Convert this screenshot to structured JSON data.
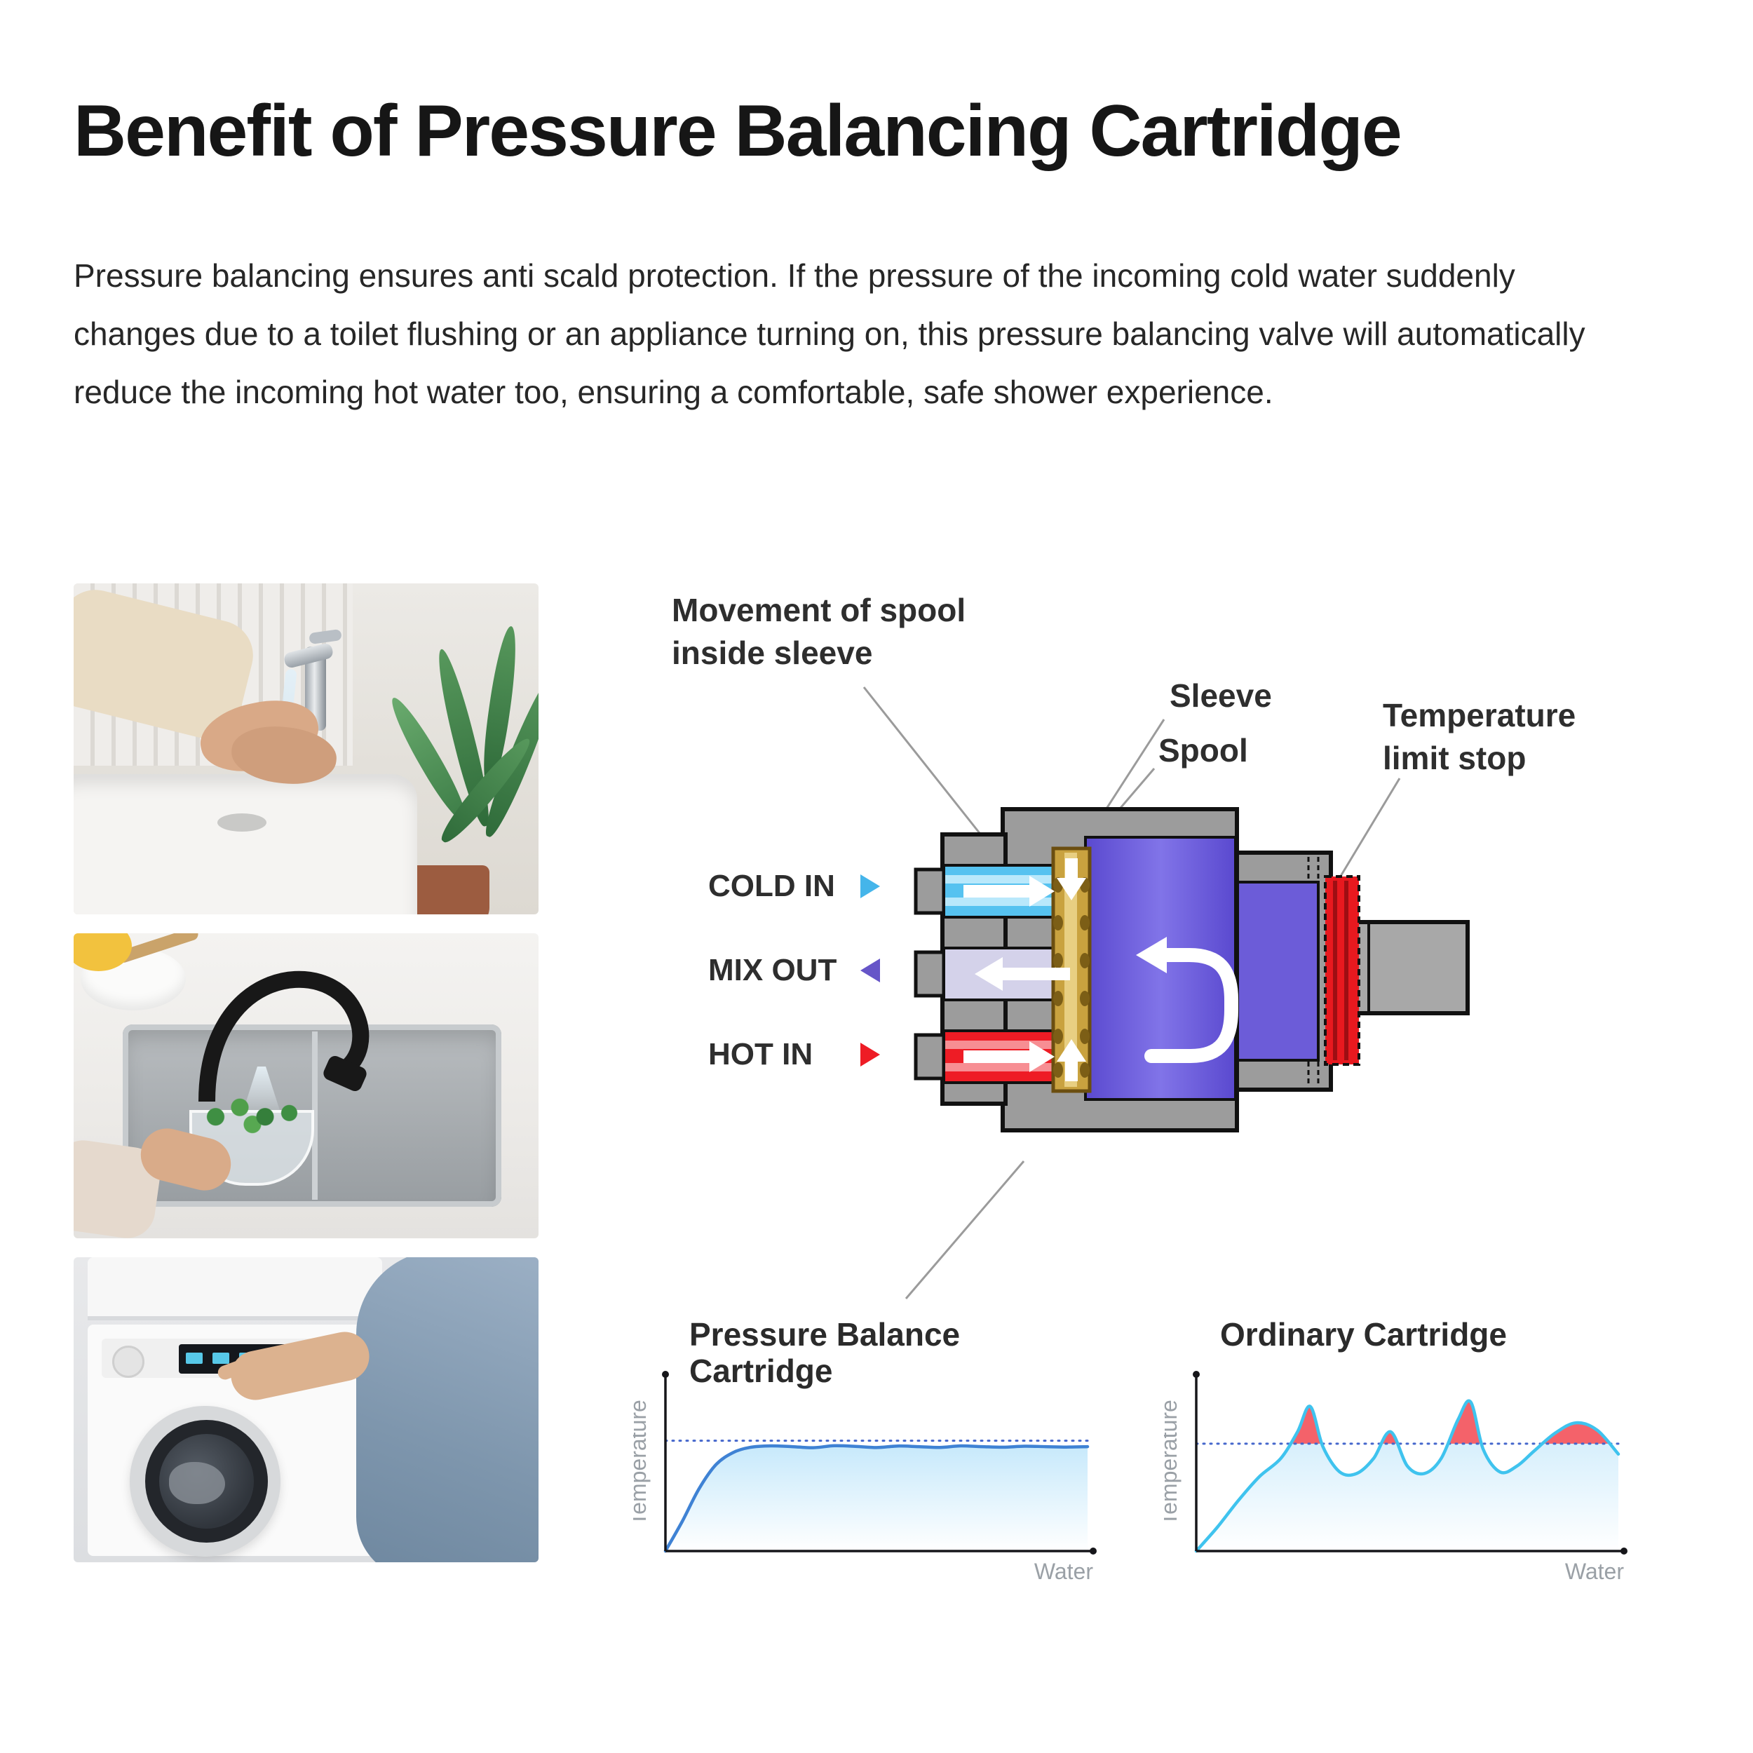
{
  "page": {
    "title": "Benefit of Pressure Balancing Cartridge",
    "paragraph": "Pressure balancing ensures anti scald protection.  If the pressure of the incoming cold water suddenly changes due to a toilet flushing or an appliance turning on, this pressure balancing valve will automatically reduce the incoming hot water too, ensuring a comfortable, safe shower experience."
  },
  "photos": [
    {
      "name": "hand-washing-at-bathroom-sink"
    },
    {
      "name": "kitchen-faucet-rinsing-herbs"
    },
    {
      "name": "washing-machine-control-panel"
    }
  ],
  "diagram": {
    "labels": {
      "movement": "Movement of spool inside sleeve",
      "sleeve": "Sleeve",
      "spool": "Spool",
      "temp_limit": "Temperature limit stop",
      "cold_in": "COLD IN",
      "mix_out": "MIX OUT",
      "hot_in": "HOT IN"
    },
    "colors": {
      "cold": "#45b5ea",
      "mix": "#6655c8",
      "hot": "#ee1c25",
      "body_gray": "#9c9c9c",
      "chamber_purple": "#6a5ae0",
      "spool_gold": "#c9a23f",
      "limit_stop_red": "#e8191f"
    }
  },
  "chart_data": [
    {
      "type": "area",
      "title": "Pressure Balance Cartridge",
      "xlabel": "Water",
      "ylabel": "Temperature",
      "xlim": [
        0,
        100
      ],
      "ylim": [
        0,
        110
      ],
      "threshold": 74,
      "x": [
        0,
        4,
        8,
        12,
        16,
        20,
        25,
        30,
        35,
        40,
        45,
        50,
        55,
        60,
        65,
        70,
        75,
        80,
        85,
        90,
        95,
        100
      ],
      "y": [
        0,
        20,
        42,
        58,
        66,
        69.5,
        70.5,
        70,
        69.3,
        70.6,
        70.2,
        69.4,
        70.4,
        70,
        69.5,
        70.5,
        70,
        69.6,
        70.3,
        70,
        69.7,
        70
      ],
      "line_color": "#3f82d4",
      "fill_top": "#c7e9fb",
      "fill_bottom": "#ffffff",
      "above_color": "#f4626a",
      "threshold_color": "#4466cc",
      "grid": false,
      "legend": "none"
    },
    {
      "type": "area",
      "title": "Ordinary Cartridge",
      "xlabel": "Water",
      "ylabel": "Temperature",
      "xlim": [
        0,
        100
      ],
      "ylim": [
        0,
        110
      ],
      "threshold": 72,
      "x": [
        0,
        5,
        10,
        15,
        20,
        24,
        27,
        30,
        34,
        38,
        42,
        46,
        50,
        54,
        58,
        62,
        65,
        68,
        72,
        76,
        80,
        85,
        90,
        95,
        100
      ],
      "y": [
        0,
        16,
        34,
        50,
        62,
        80,
        97,
        70,
        53,
        52,
        62,
        80,
        57,
        52,
        62,
        88,
        100,
        68,
        53,
        57,
        67,
        79,
        86,
        81,
        65
      ],
      "line_color": "#3fc3ee",
      "fill_top": "#c7e9fb",
      "fill_bottom": "#ffffff",
      "above_color": "#f4626a",
      "threshold_color": "#4466cc",
      "grid": false,
      "legend": "none"
    }
  ]
}
